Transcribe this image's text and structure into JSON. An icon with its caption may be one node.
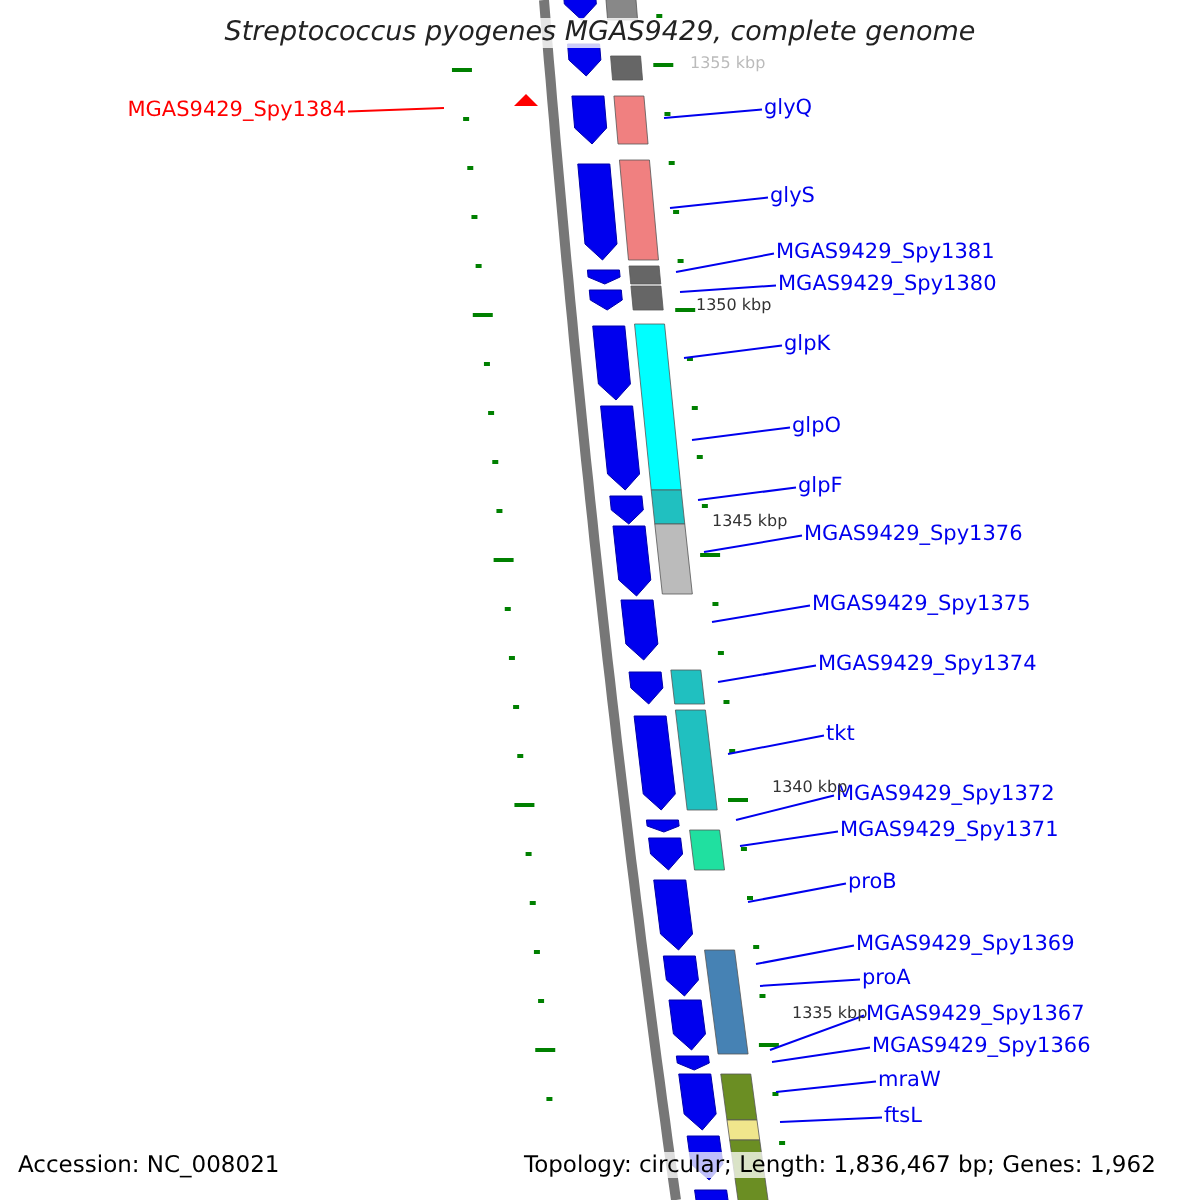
{
  "diagram": {
    "title": "Streptococcus pyogenes MGAS9429, complete genome",
    "nodes": [
      {
        "text": [
          "MGAS9429_Spy1384"
        ]
      },
      {
        "text": [
          "glyQ"
        ]
      },
      {
        "text": [
          "glyS"
        ]
      },
      {
        "text": [
          "MGAS9429_Spy1381"
        ]
      },
      {
        "text": [
          "MGAS9429_Spy1380"
        ]
      },
      {
        "text": [
          "glpK"
        ]
      },
      {
        "text": [
          "glpO"
        ]
      },
      {
        "text": [
          "glpF"
        ]
      },
      {
        "text": [
          "MGAS9429_Spy1376"
        ]
      },
      {
        "text": [
          "MGAS9429_Spy1375"
        ]
      },
      {
        "text": [
          "MGAS9429_Spy1374"
        ]
      },
      {
        "text": [
          "tkt"
        ]
      },
      {
        "text": [
          "MGAS9429_Spy1372"
        ]
      },
      {
        "text": [
          "MGAS9429_Spy1371"
        ]
      },
      {
        "text": [
          "proB"
        ]
      },
      {
        "text": [
          "MGAS9429_Spy1369"
        ]
      },
      {
        "text": [
          "proA"
        ]
      },
      {
        "text": [
          "MGAS9429_Spy1367"
        ]
      },
      {
        "text": [
          "MGAS9429_Spy1366"
        ]
      },
      {
        "text": [
          "mraW"
        ]
      },
      {
        "text": [
          "ftsL"
        ]
      }
    ],
    "edges": [
      {
        "from": 0,
        "to": null,
        "arrow": "none",
        "color": "#ff0000"
      },
      {
        "from": 1,
        "to": null,
        "arrow": "none"
      },
      {
        "from": 2,
        "to": null,
        "arrow": "none"
      },
      {
        "from": 3,
        "to": null,
        "arrow": "none"
      },
      {
        "from": 4,
        "to": null,
        "arrow": "none"
      },
      {
        "from": 5,
        "to": null,
        "arrow": "none"
      },
      {
        "from": 6,
        "to": null,
        "arrow": "none"
      },
      {
        "from": 7,
        "to": null,
        "arrow": "none"
      },
      {
        "from": 8,
        "to": null,
        "arrow": "none"
      },
      {
        "from": 9,
        "to": null,
        "arrow": "none"
      },
      {
        "from": 10,
        "to": null,
        "arrow": "none"
      },
      {
        "from": 11,
        "to": null,
        "arrow": "none"
      },
      {
        "from": 12,
        "to": null,
        "arrow": "none"
      },
      {
        "from": 13,
        "to": null,
        "arrow": "none"
      },
      {
        "from": 14,
        "to": null,
        "arrow": "none"
      },
      {
        "from": 15,
        "to": null,
        "arrow": "none"
      },
      {
        "from": 16,
        "to": null,
        "arrow": "none"
      },
      {
        "from": 17,
        "to": null,
        "arrow": "none"
      },
      {
        "from": 18,
        "to": null,
        "arrow": "none"
      },
      {
        "from": 19,
        "to": null,
        "arrow": "none"
      },
      {
        "from": 20,
        "to": null,
        "arrow": "none"
      }
    ],
    "labels": [
      "1355 kbp",
      "1350 kbp",
      "1345 kbp",
      "1340 kbp",
      "1335 kbp",
      "Accession: NC_008021",
      "Topology: circular; Length: 1,836,467 bp; Genes: 1,962"
    ]
  }
}
